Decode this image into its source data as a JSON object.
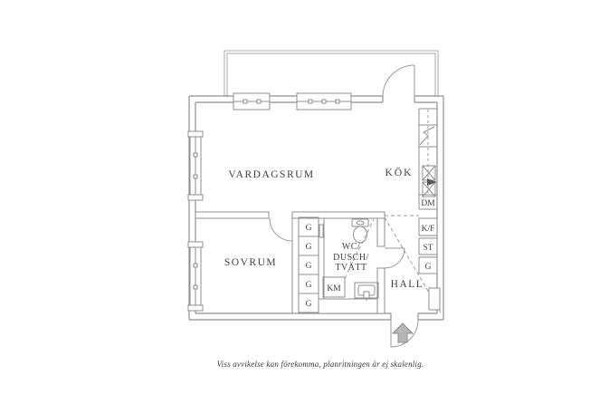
{
  "plan": {
    "rooms": {
      "living_room": "VARDAGSRUM",
      "kitchen": "KÖK",
      "bedroom": "SOVRUM",
      "hall": "HALL",
      "bathroom_line1": "WC/",
      "bathroom_line2": "DUSCH/",
      "bathroom_line3": "TVÄTT"
    },
    "labels": {
      "dishwasher": "DM",
      "fridge_freezer": "K/F",
      "storage": "ST",
      "wardrobe": "G",
      "washing_machine": "KM",
      "wardrobes": [
        "G",
        "G",
        "G",
        "G",
        "G"
      ]
    },
    "icons": {
      "toilet": "toilet-icon",
      "sink": "sink-icon",
      "stove": "stove-icon",
      "entrance_arrow": "entrance-arrow-icon"
    },
    "colors": {
      "wall_line": "#8f8f8f",
      "balcony_line": "#a8a8a8",
      "dashed_line": "#9b9b9b",
      "arrow_fill": "#b5b5b5",
      "text": "#3f3f3f",
      "background": "#ffffff"
    }
  },
  "footer": {
    "disclaimer": "Viss avvikelse kan förekomma, planritningen är ej skalenlig."
  }
}
